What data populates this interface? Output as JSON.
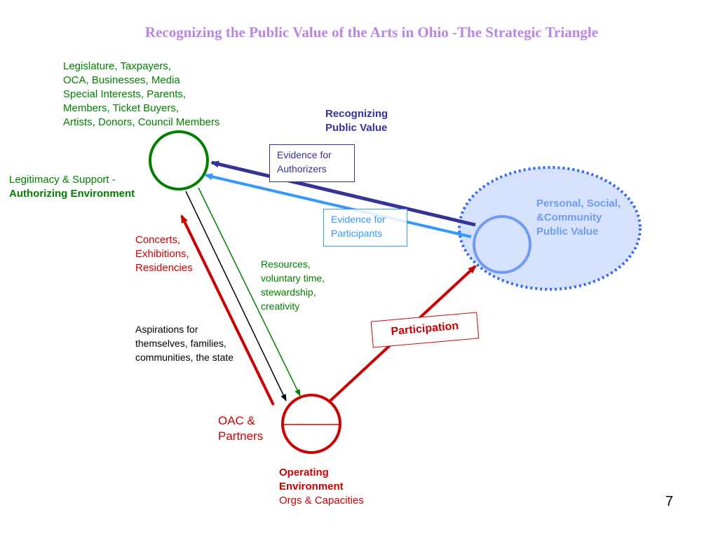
{
  "title": "Recognizing the Public Value of the Arts in Ohio -The Strategic Triangle",
  "authorizers_list": "Legislature, Taxpayers,\nOCA, Businesses, Media\nSpecial Interests, Parents,\nMembers, Ticket Buyers,\nArtists, Donors, Council Members",
  "legitimacy_label": "Legitimacy & Support -",
  "authorizing_env_label": "Authorizing Environment",
  "recognizing_public_value": "Recognizing\nPublic Value",
  "evidence_authorizers": "Evidence for\nAuthorizers",
  "evidence_participants": "Evidence for\nParticipants",
  "public_value_label": "Personal, Social,\n&Community\nPublic Value",
  "concerts_label": "Concerts,\nExhibitions,\nResidencies",
  "resources_label": "Resources,\nvoluntary time,\nstewardship,\ncreativity",
  "aspirations_label": "Aspirations for\nthemselves, families,\ncommunities, the state",
  "participation_label": "Participation",
  "oac_label": "OAC &\nPartners",
  "operating_env_label": "Operating\nEnvironment",
  "orgs_label": "Orgs & Capacities",
  "page_number": "7",
  "colors": {
    "title": "#b985e6",
    "green": "#008000",
    "navy": "#333399",
    "light_blue": "#3399ff",
    "red": "#cc0000",
    "black": "#000000",
    "ellipse_fill": "#d6e2fc",
    "ellipse_border": "#3366ff",
    "node_blue": "#6f9bf5"
  }
}
